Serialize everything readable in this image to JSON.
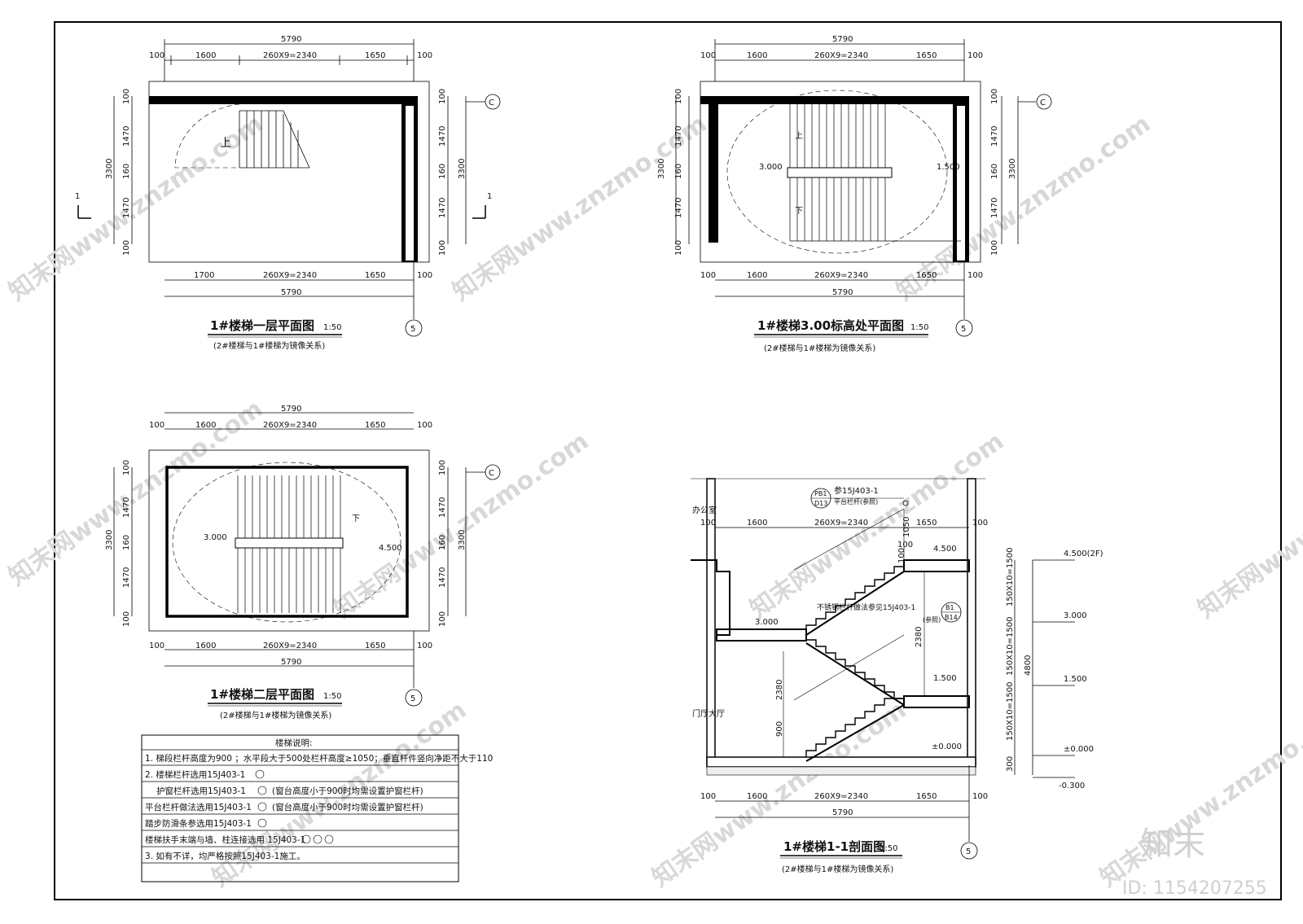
{
  "sheet": {
    "watermark": "知末网www.znzmo.com",
    "logo": "知末",
    "id_label": "ID: 1154207255"
  },
  "plan1": {
    "title": "1#楼梯一层平面图",
    "scale": "1:50",
    "subtitle": "(2#楼梯与1#楼梯为镜像关系)",
    "top_total": "5790",
    "top_dims": [
      "100",
      "1600",
      "260X9=2340",
      "1650",
      "100"
    ],
    "bottom_dims": [
      "1700",
      "260X9=2340",
      "1650",
      "100"
    ],
    "bottom_total": "5790",
    "left_total": "3300",
    "left_dims": [
      "100",
      "1470",
      "160",
      "1470",
      "100"
    ],
    "right_total": "3300",
    "right_dims": [
      "100",
      "1470",
      "160",
      "1470",
      "100"
    ],
    "up_label": "上",
    "grid_c": "C",
    "grid_5": "5",
    "section_mark": "1"
  },
  "plan2": {
    "title": "1#楼梯3.00标高处平面图",
    "scale": "1:50",
    "subtitle": "(2#楼梯与1#楼梯为镜像关系)",
    "top_total": "5790",
    "top_dims": [
      "100",
      "1600",
      "260X9=2340",
      "1650",
      "100"
    ],
    "bottom_dims": [
      "100",
      "1600",
      "260X9=2340",
      "1650",
      "100"
    ],
    "bottom_total": "5790",
    "left_total": "3300",
    "left_dims": [
      "100",
      "1470",
      "160",
      "1470",
      "100"
    ],
    "right_total": "3300",
    "right_dims": [
      "100",
      "1470",
      "160",
      "1470",
      "100"
    ],
    "level_left": "3.000",
    "level_right": "1.500",
    "up_label": "上",
    "down_label": "下",
    "grid_c": "C",
    "grid_5": "5"
  },
  "plan3": {
    "title": "1#楼梯二层平面图",
    "scale": "1:50",
    "subtitle": "(2#楼梯与1#楼梯为镜像关系)",
    "top_total": "5790",
    "top_dims": [
      "100",
      "1600",
      "260X9=2340",
      "1650",
      "100"
    ],
    "bottom_dims": [
      "100",
      "1600",
      "260X9=2340",
      "1650",
      "100"
    ],
    "bottom_total": "5790",
    "left_total": "3300",
    "left_dims": [
      "100",
      "1470",
      "160",
      "1470",
      "100"
    ],
    "right_total": "3300",
    "right_dims": [
      "100",
      "1470",
      "160",
      "1470",
      "100"
    ],
    "level_left": "3.000",
    "level_right": "4.500",
    "down_label": "下",
    "grid_c": "C",
    "grid_5": "5"
  },
  "section": {
    "title": "1#楼梯1-1剖面图",
    "scale": "1:50",
    "subtitle": "(2#楼梯与1#楼梯为镜像关系)",
    "room_top": "办公室",
    "room_bottom": "门厅大厅",
    "ref1_a": "PB1",
    "ref1_b": "D13",
    "ref1_text": "参15J403-1",
    "ref1_text2": "平台栏杆(参照)",
    "ref2_a": "B1",
    "ref2_b": "B14",
    "ref2_text": "不锈钢栏杆做法参见15J403-1",
    "ref2_text2": "(参照)",
    "top_dims": [
      "100",
      "1600",
      "260X9=2340",
      "1650",
      "100"
    ],
    "bottom_dims": [
      "100",
      "1600",
      "260X9=2340",
      "1650",
      "100"
    ],
    "bottom_total": "5790",
    "levels": [
      "4.500",
      "3.000",
      "1.500",
      "±0.000"
    ],
    "right_levels": [
      "4.500(2F)",
      "3.000",
      "1.500",
      "±0.000",
      "-0.300"
    ],
    "right_dims": [
      "150X10=1500",
      "150X10=1500",
      "150X10=1500",
      "300"
    ],
    "right_total": "4800",
    "inner_dims": [
      "1050",
      "100",
      "100",
      "2380",
      "2380",
      "900"
    ],
    "grid_5": "5"
  },
  "notes": {
    "heading": "楼梯说明:",
    "lines": [
      "1. 梯段栏杆高度为900 ；水平段大于500处栏杆高度≥1050；垂直杆件竖向净距不大于110",
      "2. 楼梯栏杆选用15J403-1",
      "护窗栏杆选用15J403-1",
      "平台栏杆做法选用15J403-1",
      "踏步防滑条参选用15J403-1",
      "楼梯扶手末端与墙、柱连接选用 15J403-1",
      "3. 如有不详，均严格按照15J403-1施工。"
    ],
    "line3_note": "(窗台高度小于900时均需设置护窗栏杆)",
    "line4_note": "(窗台高度小于900时均需设置护窗栏杆)"
  }
}
